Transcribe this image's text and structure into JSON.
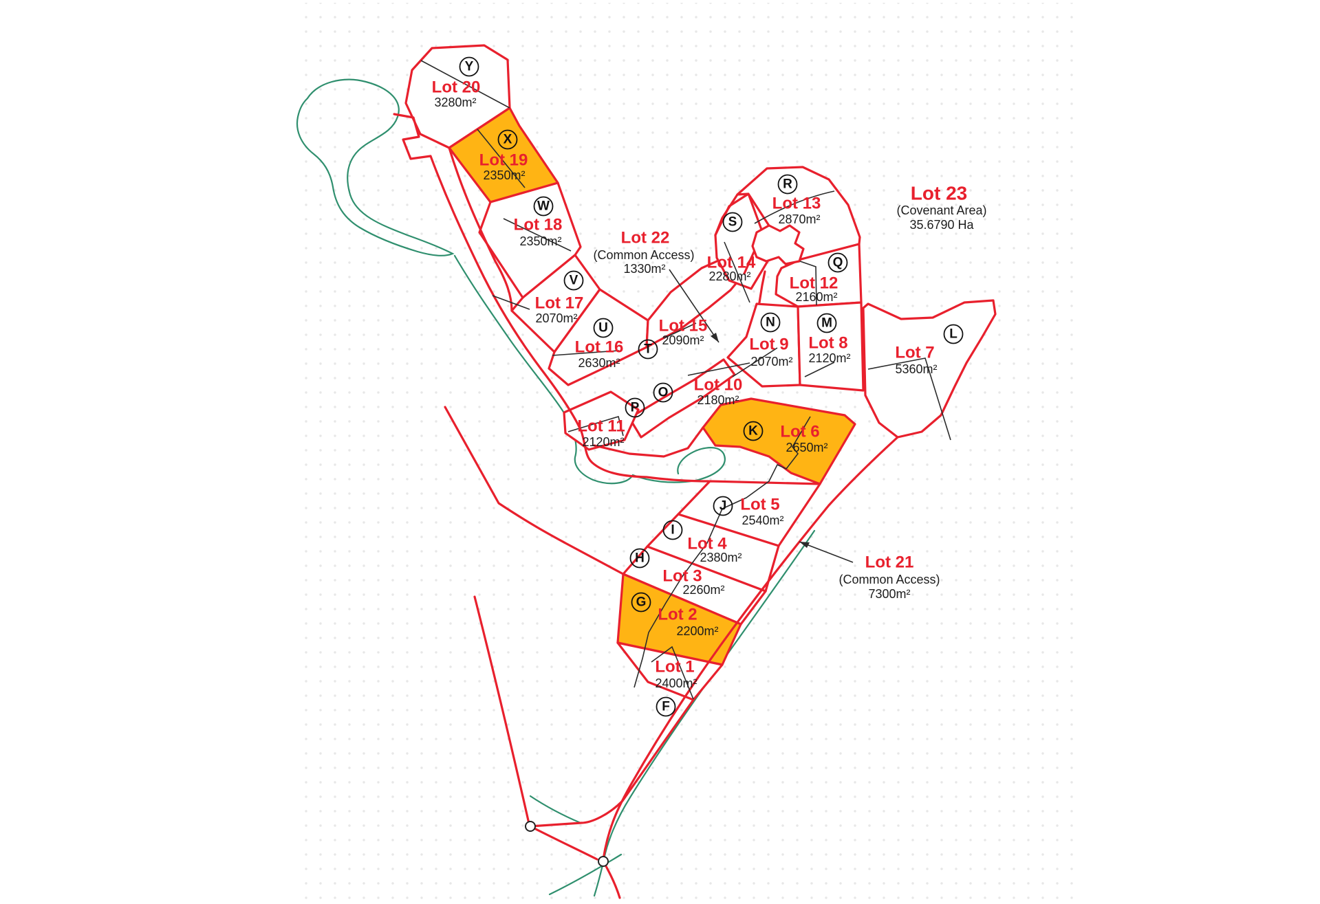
{
  "plan": {
    "lots": {
      "lot1": {
        "name": "Lot 1",
        "area": "2400m²",
        "marker": "F"
      },
      "lot2": {
        "name": "Lot 2",
        "area": "2200m²",
        "marker": "G",
        "highlighted": true
      },
      "lot3": {
        "name": "Lot 3",
        "area": "2260m²",
        "marker": "H"
      },
      "lot4": {
        "name": "Lot 4",
        "area": "2380m²",
        "marker": "I"
      },
      "lot5": {
        "name": "Lot 5",
        "area": "2540m²",
        "marker": "J"
      },
      "lot6": {
        "name": "Lot 6",
        "area": "2650m²",
        "marker": "K",
        "highlighted": true
      },
      "lot7": {
        "name": "Lot 7",
        "area": "5360m²",
        "marker": "L"
      },
      "lot8": {
        "name": "Lot 8",
        "area": "2120m²",
        "marker": "M"
      },
      "lot9": {
        "name": "Lot 9",
        "area": "2070m²",
        "marker": "N"
      },
      "lot10": {
        "name": "Lot 10",
        "area": "2180m²",
        "marker": "O"
      },
      "lot11": {
        "name": "Lot 11",
        "area": "2120m²",
        "marker": "P"
      },
      "lot12": {
        "name": "Lot 12",
        "area": "2160m²",
        "marker": "Q"
      },
      "lot13": {
        "name": "Lot 13",
        "area": "2870m²",
        "marker": "R"
      },
      "lot14": {
        "name": "Lot 14",
        "area": "2280m²",
        "marker": "S"
      },
      "lot15": {
        "name": "Lot 15",
        "area": "2090m²",
        "marker": "T"
      },
      "lot16": {
        "name": "Lot 16",
        "area": "2630m²",
        "marker": "U"
      },
      "lot17": {
        "name": "Lot 17",
        "area": "2070m²",
        "marker": "V"
      },
      "lot18": {
        "name": "Lot 18",
        "area": "2350m²",
        "marker": "W"
      },
      "lot19": {
        "name": "Lot 19",
        "area": "2350m²",
        "marker": "X",
        "highlighted": true
      },
      "lot20": {
        "name": "Lot 20",
        "area": "3280m²",
        "marker": "Y"
      },
      "lot21": {
        "name": "Lot 21",
        "subtitle": "(Common Access)",
        "area": "7300m²"
      },
      "lot22": {
        "name": "Lot 22",
        "subtitle": "(Common Access)",
        "area": "1330m²"
      },
      "lot23": {
        "name": "Lot 23",
        "subtitle": "(Covenant Area)",
        "area": "35.6790 Ha"
      }
    },
    "colors": {
      "boundary_red": "#E8202D",
      "highlight_orange": "#FFB414",
      "contour_green": "#2F8F6E",
      "dimension_black": "#2B2B2B"
    }
  }
}
